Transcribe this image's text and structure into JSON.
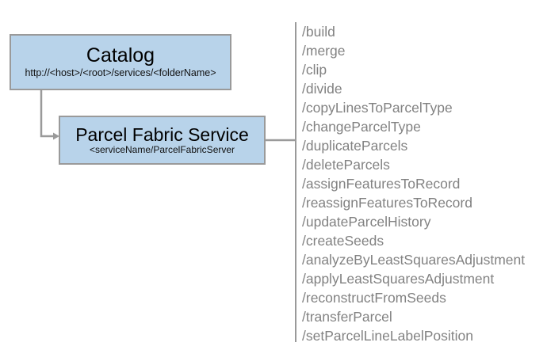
{
  "diagram": {
    "title": "Parcel Fabric Service REST endpoints diagram",
    "colors": {
      "node_fill": "#b8d3ea",
      "node_border": "#9a9a9a",
      "connector": "#9a9a9a",
      "operation_text": "#828282",
      "node_text": "#000000",
      "background": "#ffffff"
    }
  },
  "nodes": {
    "catalog": {
      "title": "Catalog",
      "subtitle": "http://<host>/<root>/services/<folderName>"
    },
    "parcel_fabric_service": {
      "title": "Parcel Fabric Service",
      "subtitle": "<serviceName/ParcelFabricServer"
    }
  },
  "operations": {
    "items": [
      "/build",
      "/merge",
      "/clip",
      "/divide",
      "/copyLinesToParcelType",
      "/changeParcelType",
      "/duplicateParcels",
      "/deleteParcels",
      "/assignFeaturesToRecord",
      "/reassignFeaturesToRecord",
      "/updateParcelHistory",
      "/createSeeds",
      "/analyzeByLeastSquaresAdjustment",
      "/applyLeastSquaresAdjustment",
      "/reconstructFromSeeds",
      "/transferParcel",
      "/setParcelLineLabelPosition"
    ]
  }
}
